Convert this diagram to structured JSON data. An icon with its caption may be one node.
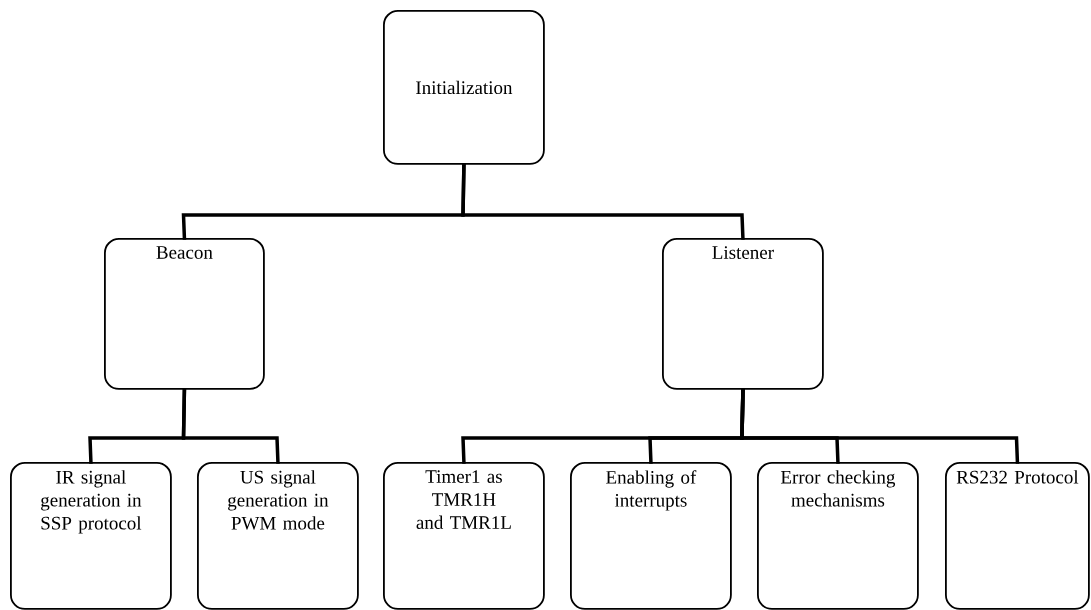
{
  "diagram": {
    "nodes": [
      {
        "text": [
          "Initialization"
        ]
      },
      {
        "text": [
          "Beacon"
        ]
      },
      {
        "text": [
          "Listener"
        ]
      },
      {
        "text": [
          "IR signal generation in SSP protocol"
        ]
      },
      {
        "text": [
          "US signal generation in PWM mode"
        ]
      },
      {
        "text": [
          "Timer1 as TMR1H and TMR1L"
        ]
      },
      {
        "text": [
          "Enabling of interrupts"
        ]
      },
      {
        "text": [
          "Error checking mechanisms"
        ]
      },
      {
        "text": [
          "RS232 Protocol"
        ]
      }
    ],
    "edges": [
      {
        "from": 0,
        "to": 1,
        "arrow": "none"
      },
      {
        "from": 0,
        "to": 2,
        "arrow": "none"
      },
      {
        "from": 1,
        "to": 3,
        "arrow": "none"
      },
      {
        "from": 1,
        "to": 4,
        "arrow": "none"
      },
      {
        "from": 2,
        "to": 5,
        "arrow": "none"
      },
      {
        "from": 2,
        "to": 6,
        "arrow": "none"
      },
      {
        "from": 2,
        "to": 7,
        "arrow": "none"
      },
      {
        "from": 2,
        "to": 8,
        "arrow": "none"
      }
    ]
  }
}
